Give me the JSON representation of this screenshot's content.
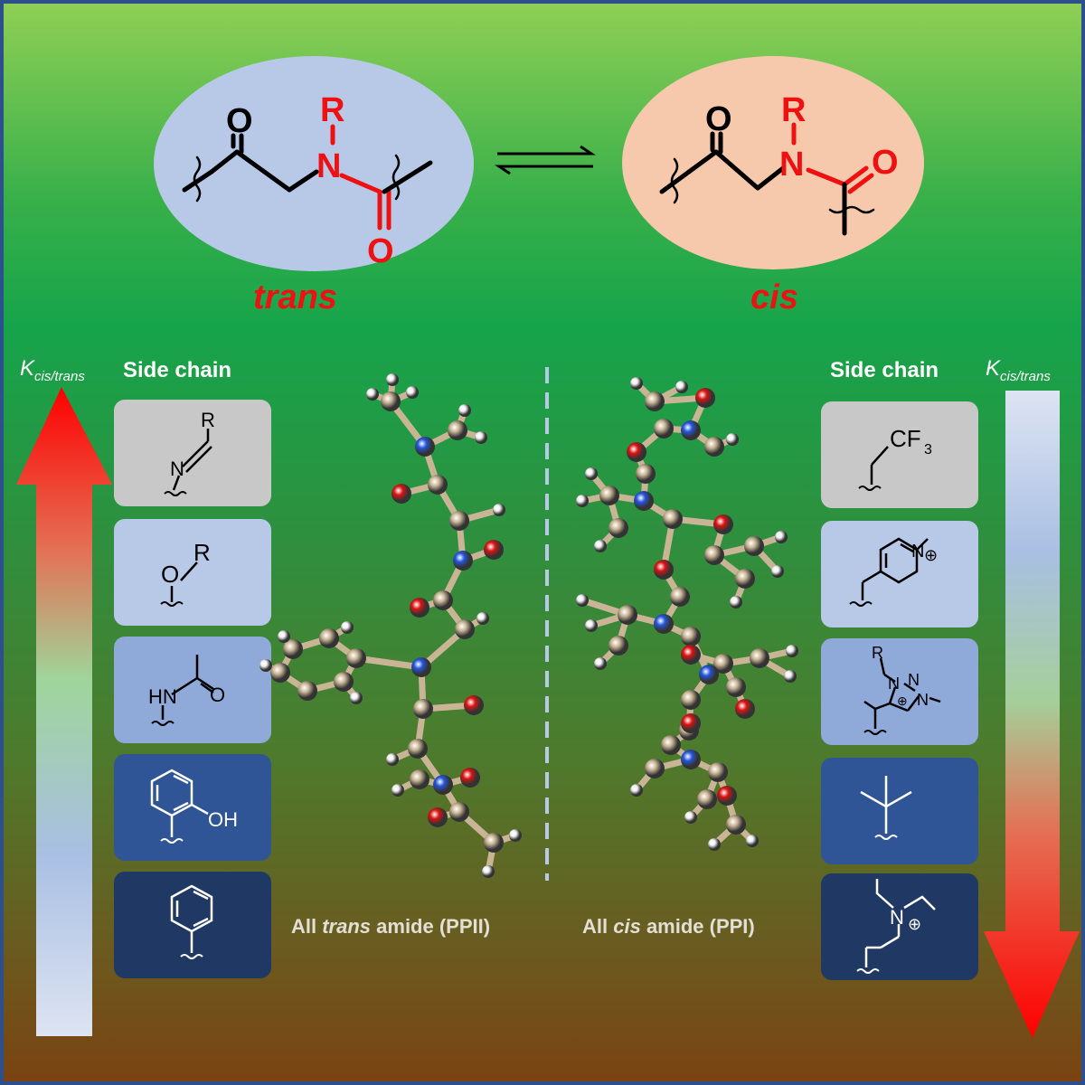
{
  "equilibrium": {
    "trans_label": "trans",
    "cis_label": "cis",
    "atom_O": "O",
    "atom_N": "N",
    "atom_R": "R"
  },
  "left_panel": {
    "header": "Side chain",
    "k_label_main": "K",
    "k_label_sub": "cis/trans",
    "items": [
      {
        "atoms": [
          "R",
          "N"
        ]
      },
      {
        "atoms": [
          "O",
          "R"
        ]
      },
      {
        "atoms": [
          "HN",
          "O"
        ]
      },
      {
        "atoms": [
          "OH"
        ]
      },
      {
        "atoms": []
      }
    ]
  },
  "right_panel": {
    "header": "Side chain",
    "k_label_main": "K",
    "k_label_sub": "cis/trans",
    "items": [
      {
        "atoms": [
          "CF",
          "3"
        ]
      },
      {
        "atoms": [
          "N",
          "⊕"
        ]
      },
      {
        "atoms": [
          "R",
          "N",
          "N",
          "N",
          "⊕"
        ]
      },
      {
        "atoms": []
      },
      {
        "atoms": [
          "N",
          "⊕"
        ]
      }
    ]
  },
  "captions": {
    "left_pre": "All ",
    "left_em": "trans",
    "left_post": " amide (PPII)",
    "right_pre": "All ",
    "right_em": "cis",
    "right_post": " amide (PPI)"
  },
  "colors": {
    "box_grey": "#c8c8c8",
    "box_light_blue": "#b8c9e8",
    "box_mid_blue": "#8fa9d9",
    "box_blue": "#2f5597",
    "box_dark_navy": "#1f3864",
    "atom_carbon": "#c9b595",
    "atom_nitrogen": "#2255dd",
    "atom_oxygen": "#dd1111",
    "atom_hydrogen": "#f2f2f2",
    "arrow_red": "#ff0000"
  }
}
